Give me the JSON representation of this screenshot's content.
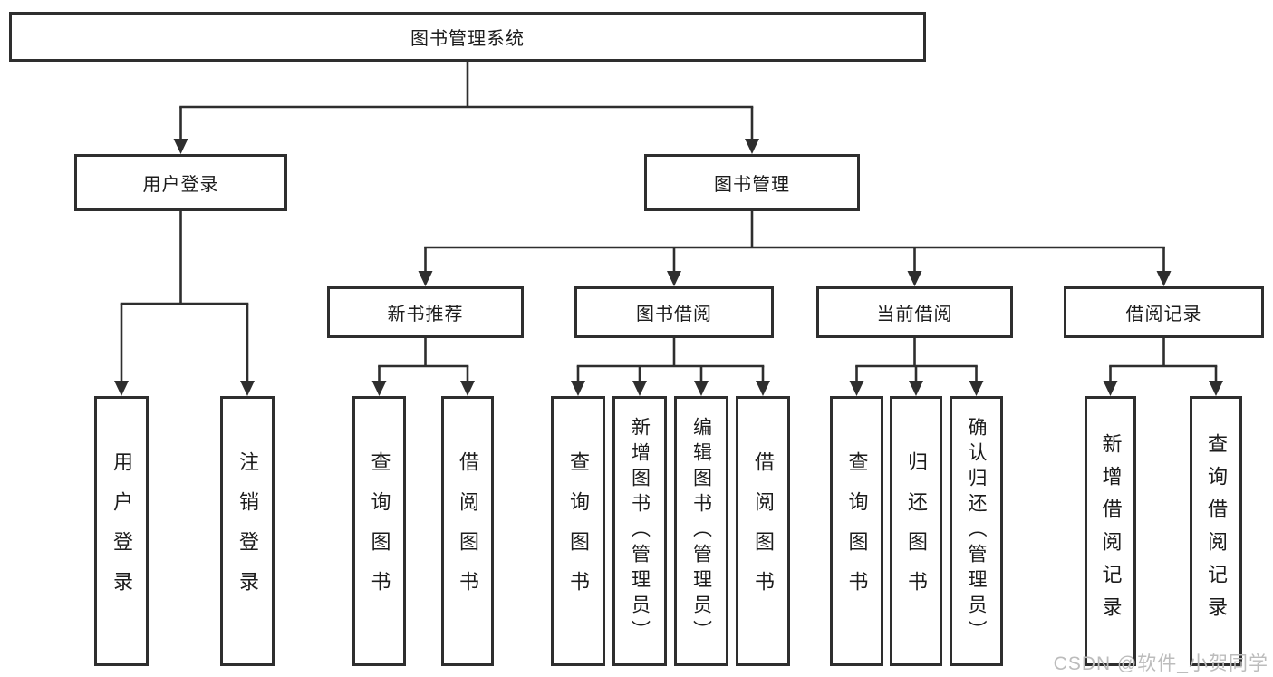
{
  "diagram": {
    "type": "hierarchy",
    "line_color": "#2e2e2e",
    "background": "#ffffff",
    "tree": {
      "label": "图书管理系统",
      "children": [
        {
          "label": "用户登录",
          "children": [
            {
              "label": "用户登录"
            },
            {
              "label": "注销登录"
            }
          ]
        },
        {
          "label": "图书管理",
          "children": [
            {
              "label": "新书推荐",
              "children": [
                {
                  "label": "查询图书"
                },
                {
                  "label": "借阅图书"
                }
              ]
            },
            {
              "label": "图书借阅",
              "children": [
                {
                  "label": "查询图书"
                },
                {
                  "label": "新增图书（管理员）"
                },
                {
                  "label": "编辑图书（管理员）"
                },
                {
                  "label": "借阅图书"
                }
              ]
            },
            {
              "label": "当前借阅",
              "children": [
                {
                  "label": "查询图书"
                },
                {
                  "label": "归还图书"
                },
                {
                  "label": "确认归还（管理员）"
                }
              ]
            },
            {
              "label": "借阅记录",
              "children": [
                {
                  "label": "新增借阅记录"
                },
                {
                  "label": "查询借阅记录"
                }
              ]
            }
          ]
        }
      ]
    }
  },
  "watermark": {
    "text": "CSDN @软件_小贺同学",
    "color": "#bcbcbc"
  }
}
